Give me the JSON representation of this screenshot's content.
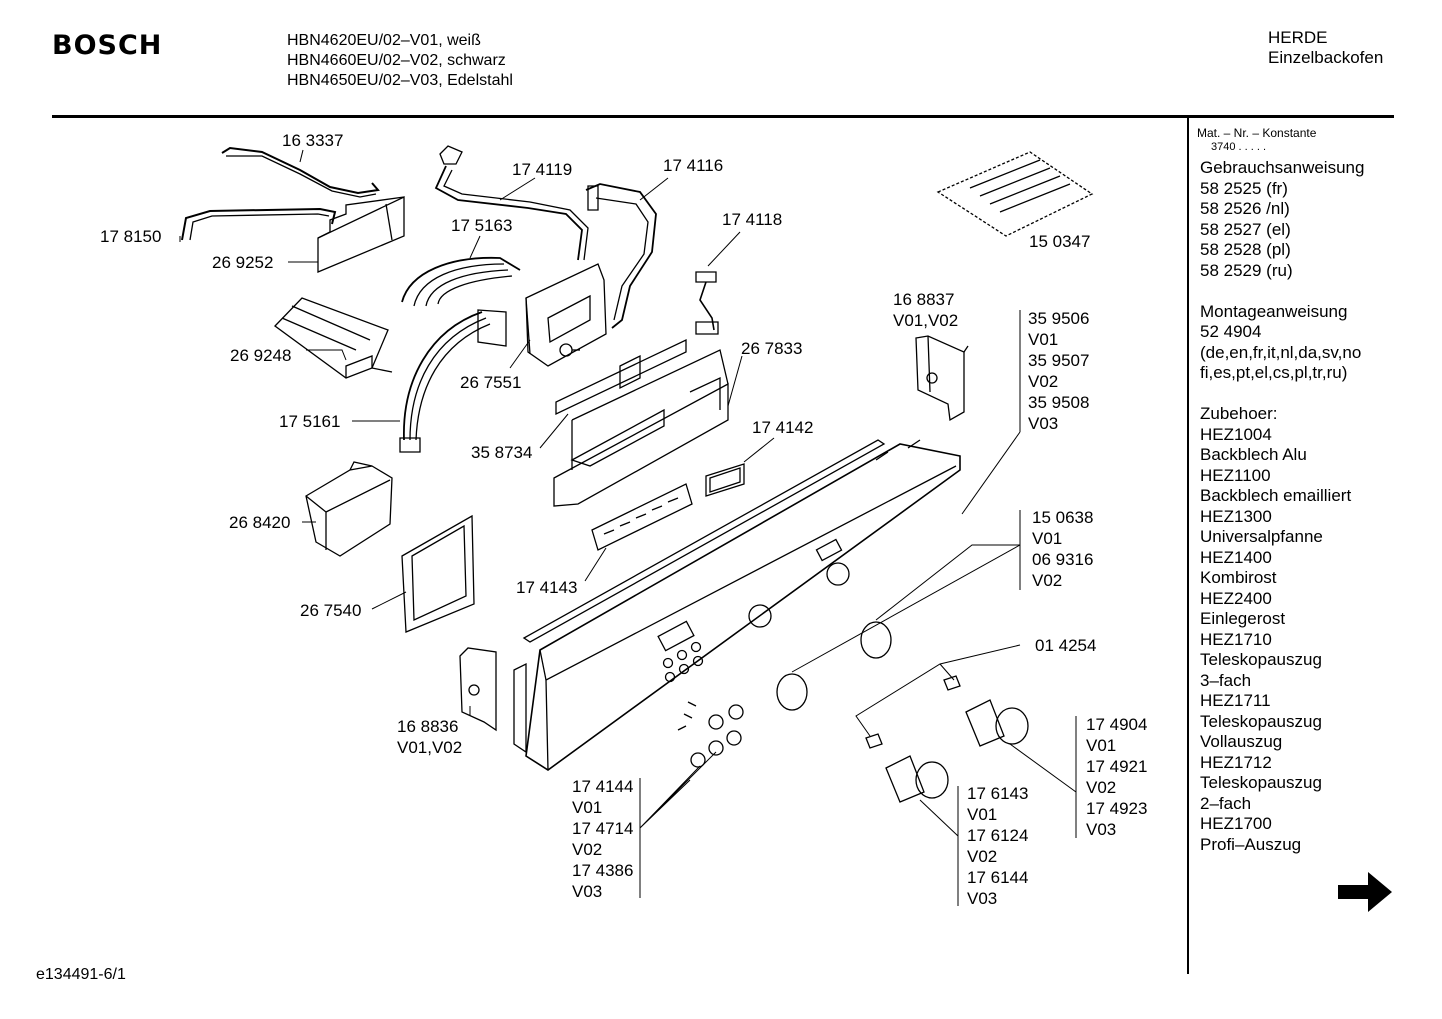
{
  "header": {
    "brand": "BOSCH",
    "models": [
      "HBN4620EU/02–V01, weiß",
      "HBN4660EU/02–V02, schwarz",
      "HBN4650EU/02–V03, Edelstahl"
    ],
    "category": "HERDE",
    "subcategory": "Einzelbackofen"
  },
  "sidebar": {
    "mat_heading": "Mat. – Nr. – Konstante",
    "mat_value": "3740  .  .  .  .  .",
    "lines": [
      "Gebrauchsanweisung",
      "58 2525 (fr)",
      "58 2526 /nl)",
      "58 2527 (el)",
      "58 2528 (pl)",
      "58 2529 (ru)",
      "",
      "Montageanweisung",
      "52 4904",
      "(de,en,fr,it,nl,da,sv,no",
      "fi,es,pt,el,cs,pl,tr,ru)",
      "",
      "Zubehoer:",
      "HEZ1004",
      "Backblech Alu",
      "HEZ1100",
      "Backblech emailliert",
      "HEZ1300",
      "Universalpfanne",
      "HEZ1400",
      "Kombirost",
      "HEZ2400",
      "Einlegerost",
      "HEZ1710",
      "Teleskopauszug",
      "3–fach",
      "HEZ1711",
      "Teleskopauszug",
      "Vollauszug",
      "HEZ1712",
      "Teleskopauszug",
      "2–fach",
      "HEZ1700",
      "Profi–Auszug"
    ]
  },
  "parts": {
    "p163337": "16 3337",
    "p174119": "17 4119",
    "p174116": "17 4116",
    "p178150": "17 8150",
    "p269252": "26 9252",
    "p175163": "17 5163",
    "p174118": "17 4118",
    "p150347": "15 0347",
    "p269248": "26 9248",
    "p267551": "26 7551",
    "p267833": "26 7833",
    "p168837": [
      "16 8837",
      "V01,V02"
    ],
    "p359506": [
      "35 9506",
      "V01",
      "35 9507",
      "V02",
      "35 9508",
      "V03"
    ],
    "p175161": "17 5161",
    "p358734": "35 8734",
    "p174142": "17 4142",
    "p268420": "26 8420",
    "p150638": [
      "15 0638",
      "V01",
      "06 9316",
      "V02"
    ],
    "p174143": "17 4143",
    "p267540": "26 7540",
    "p014254": "01 4254",
    "p168836": [
      "16 8836",
      "V01,V02"
    ],
    "p174904": [
      "17 4904",
      "V01",
      "17 4921",
      "V02",
      "17 4923",
      "V03"
    ],
    "p176143": [
      "17 6143",
      "V01",
      "17 6124",
      "V02",
      "17 6144",
      "V03"
    ],
    "p174144": [
      "17 4144",
      "V01",
      "17 4714",
      "V02",
      "17 4386",
      "V03"
    ]
  },
  "footer": {
    "drawing_id": "e134491-6/1"
  },
  "icons": {
    "next_page": "arrow-right-icon"
  }
}
